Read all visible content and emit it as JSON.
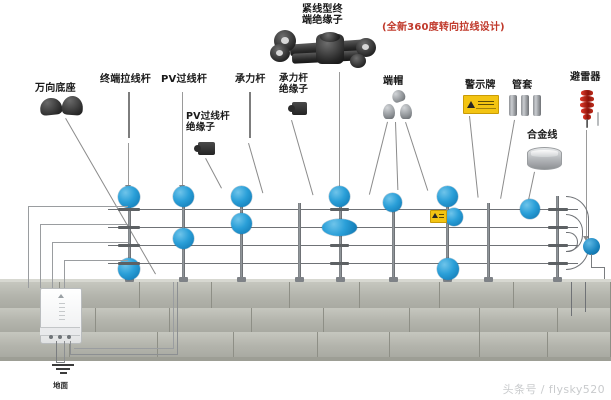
{
  "diagram": {
    "type": "electric-fence-installation-schematic",
    "headline": {
      "title": "紧线型终\n端绝缘子",
      "note": "(全新360度转向拉线设计)",
      "note_color": "#c0392b"
    },
    "labels": [
      {
        "id": "universal-base",
        "text": "万向底座"
      },
      {
        "id": "terminal-tension-rod",
        "text": "终端拉线杆"
      },
      {
        "id": "pv-crossover-rod",
        "text": "PV过线杆"
      },
      {
        "id": "pv-crossover-insulator",
        "text": "PV过线杆\n绝缘子"
      },
      {
        "id": "bearing-rod",
        "text": "承力杆"
      },
      {
        "id": "bearing-rod-insulator",
        "text": "承力杆\n绝缘子"
      },
      {
        "id": "end-cap",
        "text": "端帽"
      },
      {
        "id": "warning-sign",
        "text": "警示牌"
      },
      {
        "id": "conduit-sleeve",
        "text": "管套"
      },
      {
        "id": "alloy-wire",
        "text": "合金线"
      },
      {
        "id": "lightning-arrester",
        "text": "避雷器"
      },
      {
        "id": "ground",
        "text": "地面"
      }
    ],
    "structure": {
      "wire_count": 4,
      "post_count": 8,
      "insulator_color": "#2a9fd8",
      "wall_color": "#b9bab2",
      "wire_color": "#6f7276"
    },
    "watermark": "头条号 / flysky520"
  }
}
